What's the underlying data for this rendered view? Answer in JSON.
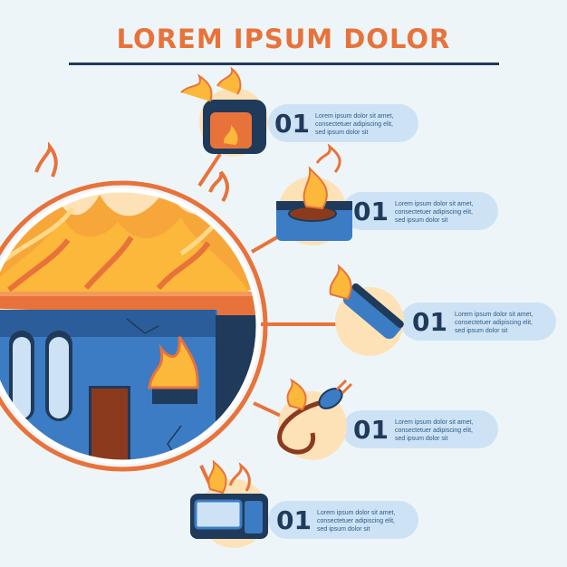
{
  "title": "LOREM IPSUM DOLOR",
  "colors": {
    "background": "#eef5f9",
    "accent_orange": "#e8733a",
    "dark_navy": "#1f3a5a",
    "pill_blue": "#cde3f5",
    "text_blue": "#2e5a87",
    "fire_yellow": "#fbb83a",
    "house_blue": "#3c7cc4"
  },
  "items": [
    {
      "icon": "tv-fire-icon",
      "number": "01",
      "lines": [
        "Lorem ipsum dolor sit amet,",
        "consectetuer adipiscing elit,",
        "sed ipsum dolor sit"
      ]
    },
    {
      "icon": "stove-fire-icon",
      "number": "01",
      "lines": [
        "Lorem ipsum dolor sit amet,",
        "consectetuer adipiscing elit,",
        "sed ipsum dolor sit"
      ]
    },
    {
      "icon": "battery-fire-icon",
      "number": "01",
      "lines": [
        "Lorem ipsum dolor sit amet,",
        "consectetuer adipiscing elit,",
        "sed ipsum dolor sit"
      ]
    },
    {
      "icon": "plug-fire-icon",
      "number": "01",
      "lines": [
        "Lorem ipsum dolor sit amet,",
        "consectetuer adipiscing elit,",
        "sed ipsum dolor sit"
      ]
    },
    {
      "icon": "monitor-fire-icon",
      "number": "01",
      "lines": [
        "Lorem ipsum dolor sit amet,",
        "consectetuer adipiscing elit,",
        "sed ipsum dolor sit"
      ]
    }
  ]
}
